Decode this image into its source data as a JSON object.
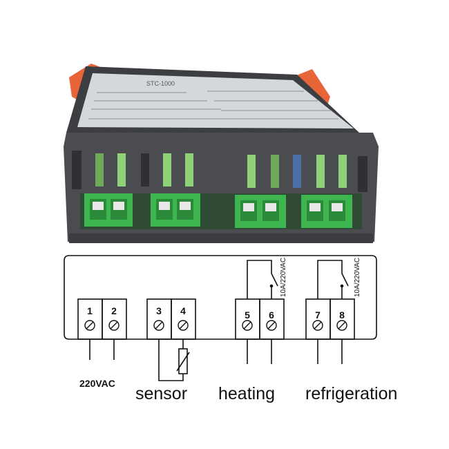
{
  "device": {
    "model": "STC-1000",
    "colors": {
      "housing": "#4a4c50",
      "housing_dark": "#2e3034",
      "label": "#d4d8da",
      "clip": "#e8653a",
      "terminal": "#3fb550",
      "terminal_dark": "#2a8a3a",
      "vent_glow": "#8fd27a"
    }
  },
  "diagram": {
    "terminals": [
      {
        "number": "1"
      },
      {
        "number": "2"
      },
      {
        "number": "3"
      },
      {
        "number": "4"
      },
      {
        "number": "5"
      },
      {
        "number": "6"
      },
      {
        "number": "7"
      },
      {
        "number": "8"
      }
    ],
    "relay_ratings": [
      "10A/220VAC",
      "10A/220VAC"
    ],
    "labels": {
      "power": "220VAC",
      "sensor": "sensor",
      "heating": "heating",
      "refrigeration": "refrigeration"
    }
  }
}
